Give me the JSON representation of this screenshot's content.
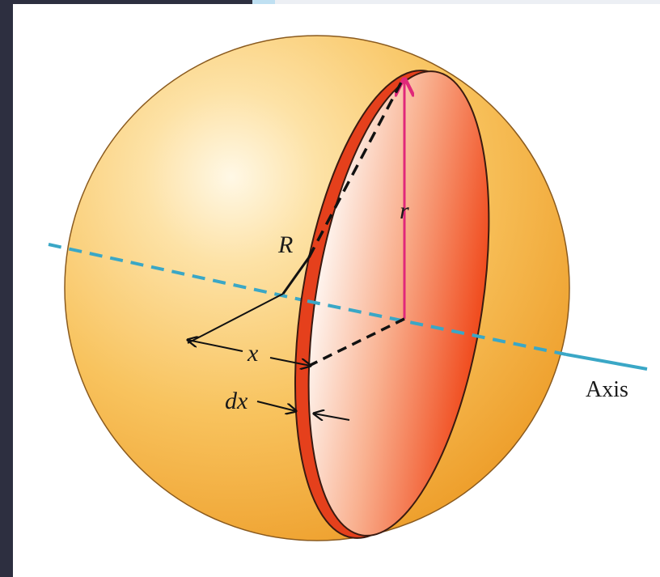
{
  "labels": {
    "R": "R",
    "r": "r",
    "x": "x",
    "dx": "dx",
    "axis": "Axis"
  },
  "colors": {
    "sphere_light": "#fff6de",
    "sphere_mid": "#f8c360",
    "sphere_dark": "#f0a330",
    "disk_rim": "#e5401c",
    "disk_face_light": "#fdf1ea",
    "disk_face_dark": "#f25a24",
    "axis_line": "#3aa7c6",
    "radius_arrow": "#e0287a",
    "outline": "#3a2a1a"
  }
}
